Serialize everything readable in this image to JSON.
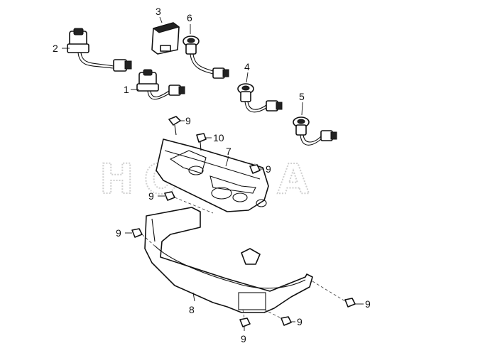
{
  "watermark": {
    "text": "HONDA"
  },
  "callouts": {
    "c1": "1",
    "c2": "2",
    "c3": "3",
    "c4": "4",
    "c5": "5",
    "c6": "6",
    "c7": "7",
    "c8": "8",
    "c9_a": "9",
    "c9_b": "9",
    "c9_c": "9",
    "c9_d": "9",
    "c9_e": "9",
    "c9_f": "9",
    "c9_g": "9",
    "c10": "10"
  }
}
